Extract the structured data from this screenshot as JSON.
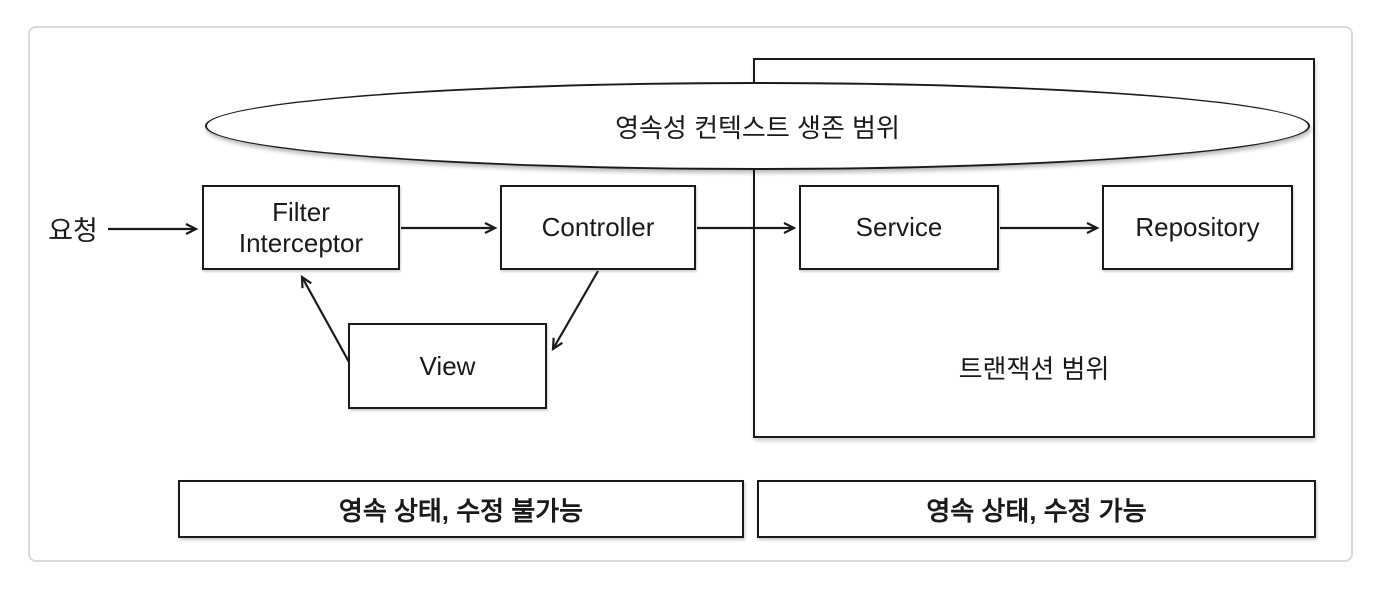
{
  "colors": {
    "line": "#1a1a1a",
    "frame": "#d9d9d9",
    "bg": "#ffffff"
  },
  "diagram": {
    "persistence_scope_label": "영속성 컨텍스트 생존 범위",
    "transaction_scope_label": "트랜잭션 범위",
    "request_label": "요청",
    "nodes": {
      "filter_line1": "Filter",
      "filter_line2": "Interceptor",
      "controller": "Controller",
      "service": "Service",
      "repository": "Repository",
      "view": "View"
    },
    "legend": {
      "left": "영속 상태, 수정 불가능",
      "right": "영속 상태, 수정 가능"
    },
    "edges": [
      {
        "from": "요청",
        "to": "Filter Interceptor"
      },
      {
        "from": "Filter Interceptor",
        "to": "Controller"
      },
      {
        "from": "Controller",
        "to": "Service"
      },
      {
        "from": "Service",
        "to": "Repository"
      },
      {
        "from": "Controller",
        "to": "View"
      },
      {
        "from": "View",
        "to": "Filter Interceptor"
      }
    ]
  }
}
